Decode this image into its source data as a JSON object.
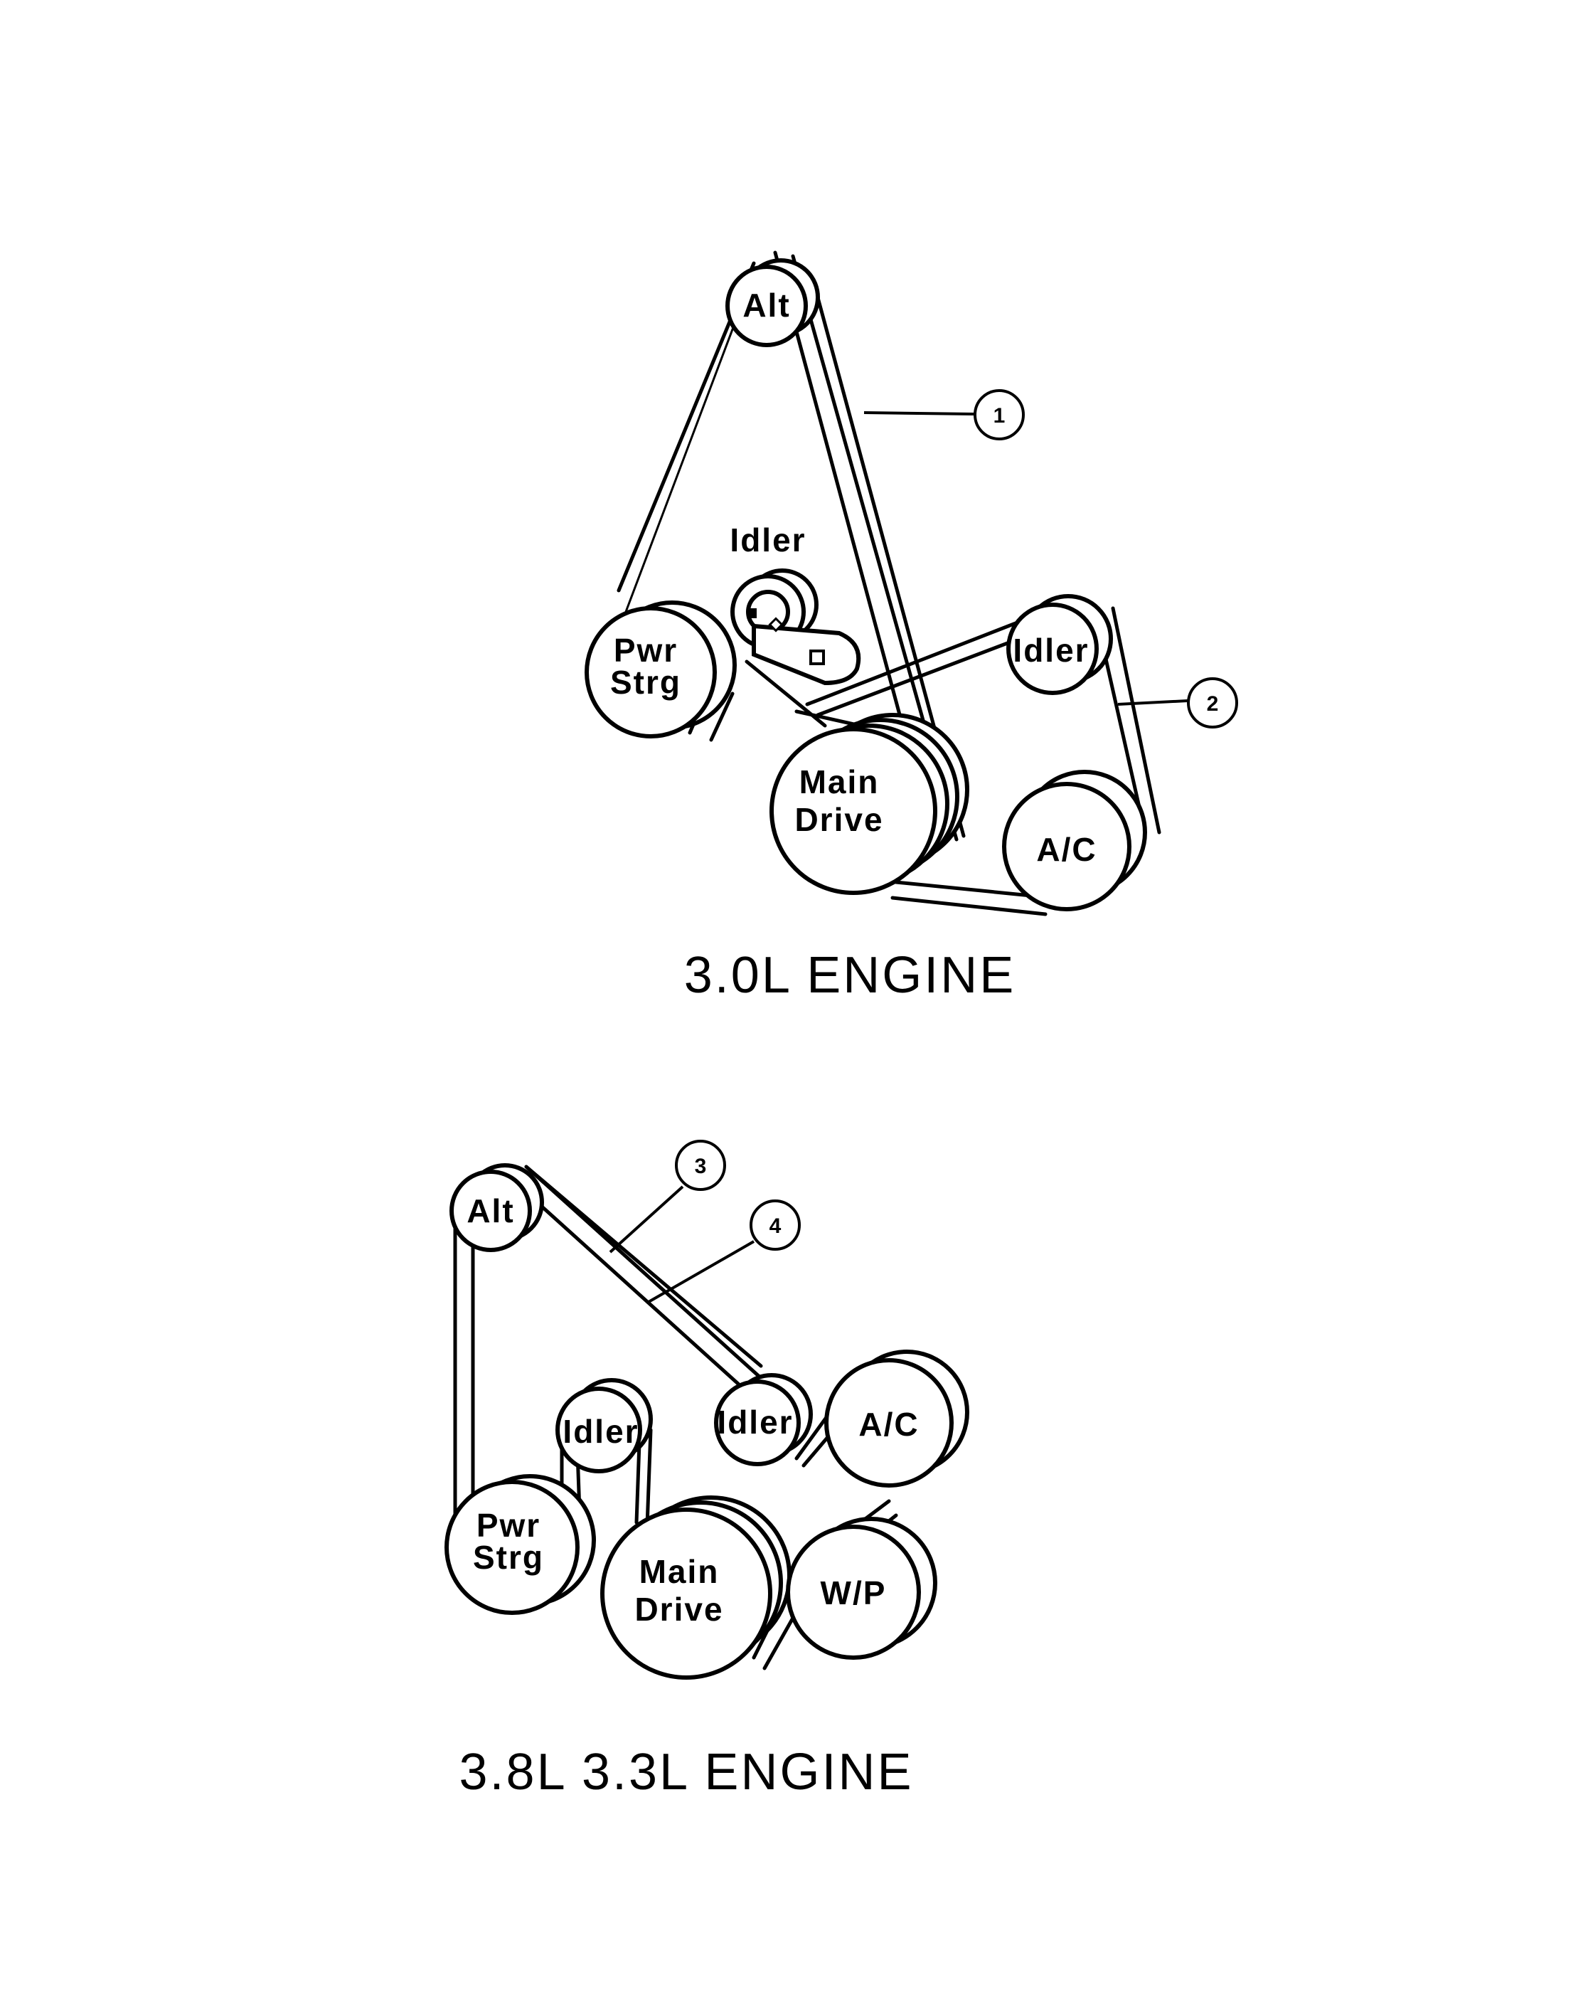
{
  "diagrams": [
    {
      "title": "3.0L  ENGINE",
      "pulleys": {
        "alt": "Alt",
        "idler_top": "Idler",
        "pwr_1": "Pwr",
        "pwr_2": "Strg",
        "idler_right": "Idler",
        "main_1": "Main",
        "main_2": "Drive",
        "ac": "A/C"
      },
      "callouts": [
        "1",
        "2"
      ]
    },
    {
      "title": "3.8L  3.3L ENGINE",
      "pulleys": {
        "alt": "Alt",
        "idler_left": "Idler",
        "idler_right": "Idler",
        "ac": "A/C",
        "pwr_1": "Pwr",
        "pwr_2": "Strg",
        "main_1": "Main",
        "main_2": "Drive",
        "wp": "W/P"
      },
      "callouts": [
        "3",
        "4"
      ]
    }
  ]
}
